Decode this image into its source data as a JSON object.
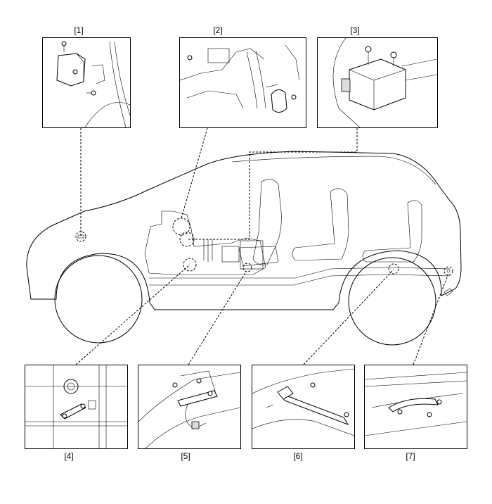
{
  "callouts": {
    "c1": "[1]",
    "c2": "[2]",
    "c3": "[3]",
    "c4": "[4]",
    "c5": "[5]",
    "c6": "[6]",
    "c7": "[7]"
  }
}
